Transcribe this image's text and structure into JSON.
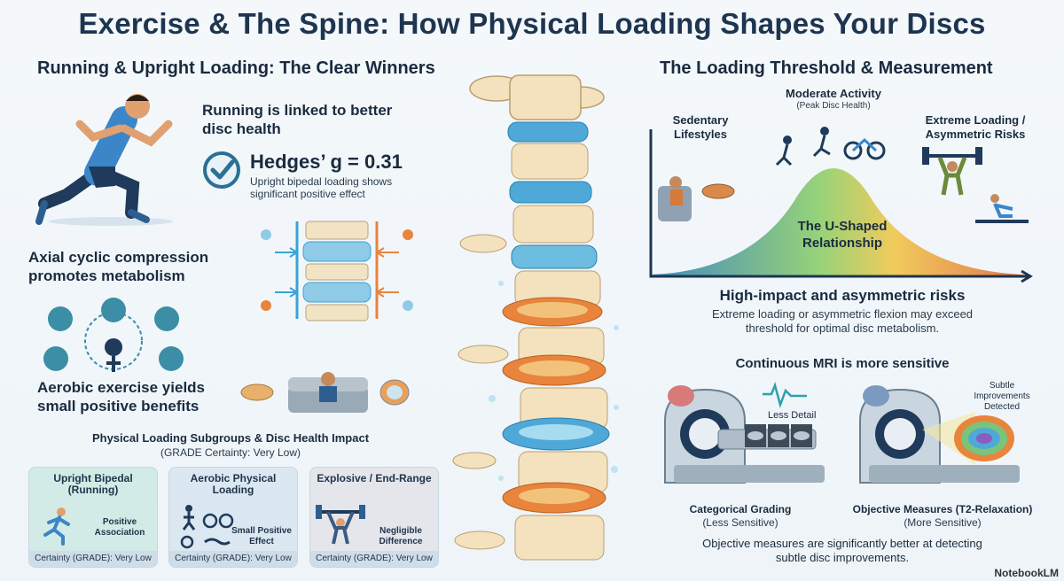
{
  "title": "Exercise & The Spine: How Physical Loading Shapes Your Discs",
  "left": {
    "section_title": "Running & Upright Loading: The Clear Winners",
    "running_claim": "Running is linked to better disc health",
    "stat_label": "Hedges’ g = 0.31",
    "stat_desc": "Upright bipedal loading shows significant positive effect",
    "axial_text": "Axial cyclic compression promotes metabolism",
    "aerobic_text": "Aerobic exercise yields small positive benefits"
  },
  "subgroups": {
    "title": "Physical Loading Subgroups & Disc Health Impact",
    "subtitle": "(GRADE Certainty: Very Low)",
    "cards": [
      {
        "head": "Upright Bipedal (Running)",
        "value": "Positive Association",
        "foot": "Certainty (GRADE): Very Low",
        "color": "#d3ebe6"
      },
      {
        "head": "Aerobic Physical Loading",
        "value": "Small Positive Effect",
        "foot": "Certainty (GRADE): Very Low",
        "color": "#dbe7f1"
      },
      {
        "head": "Explosive / End-Range",
        "value": "Negligible Difference",
        "foot": "Certainty (GRADE): Very Low",
        "color": "#e4e6ec"
      }
    ]
  },
  "right": {
    "section_title": "The Loading Threshold & Measurement",
    "sedentary": "Sedentary Lifestyles",
    "moderate": "Moderate Activity",
    "moderate_sub": "(Peak Disc Health)",
    "extreme": "Extreme Loading / Asymmetric Risks",
    "curve_label": "The U-Shaped Relationship",
    "risk_title": "High-impact and asymmetric risks",
    "risk_desc": "Extreme loading or asymmetric flexion may exceed threshold for optimal disc metabolism.",
    "mri_title": "Continuous MRI is more sensitive",
    "less_detail": "Less Detail",
    "subtle": "Subtle Improvements Detected",
    "cat_label": "Categorical Grading",
    "cat_sub": "(Less Sensitive)",
    "obj_label": "Objective Measures (T2-Relaxation)",
    "obj_sub": "(More Sensitive)",
    "conclusion": "Objective measures are significantly better at detecting subtle disc improvements."
  },
  "brand": "NotebookLM",
  "colors": {
    "title": "#1e3550",
    "runner_shirt": "#3a86c8",
    "disc_blue": "#3aa3d6",
    "disc_orange": "#e8843c",
    "check_blue": "#2b6f95"
  },
  "icons": [
    "runner-icon",
    "check-icon",
    "spine-icon",
    "sofa-icon",
    "mri-scanner-icon",
    "brain-icon",
    "disc-icon",
    "weightlifter-icon",
    "cyclist-icon",
    "rower-icon"
  ]
}
